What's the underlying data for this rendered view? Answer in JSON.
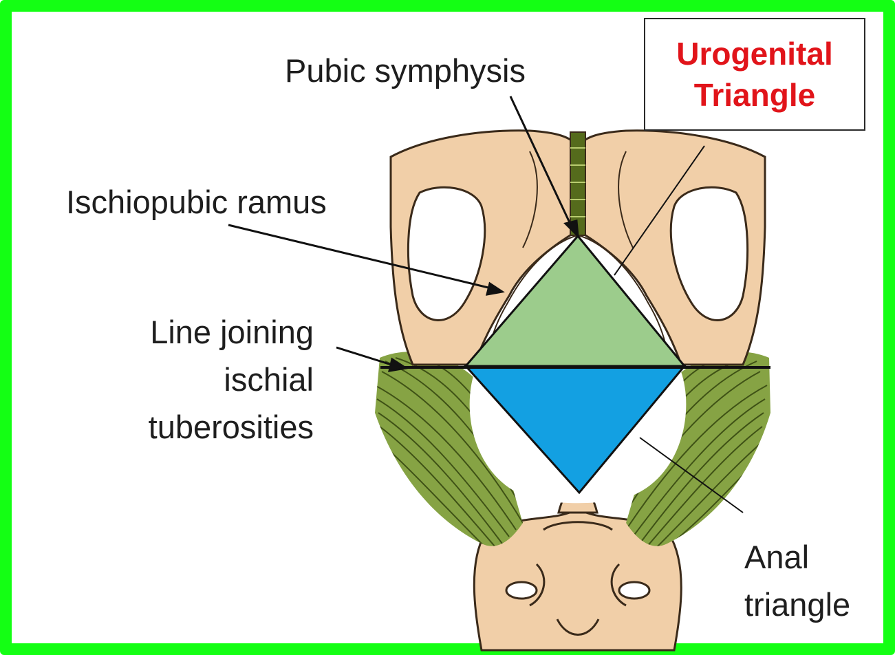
{
  "labels": {
    "pubic_symphysis": "Pubic symphysis",
    "ischiopubic_ramus": "Ischiopubic ramus",
    "line_joining": [
      "Line joining",
      "ischial",
      "tuberosities"
    ],
    "anal_triangle": [
      "Anal",
      "triangle"
    ],
    "urogenital_triangle": [
      "Urogenital",
      "Triangle"
    ]
  },
  "colors": {
    "frame": "#14ff14",
    "bone": "#f1cfa8",
    "ligament": "#6e8a2c",
    "urogenital_triangle_fill": "#9ccc8c",
    "anal_triangle_fill": "#13a0e2",
    "title_text": "#e1141a"
  }
}
